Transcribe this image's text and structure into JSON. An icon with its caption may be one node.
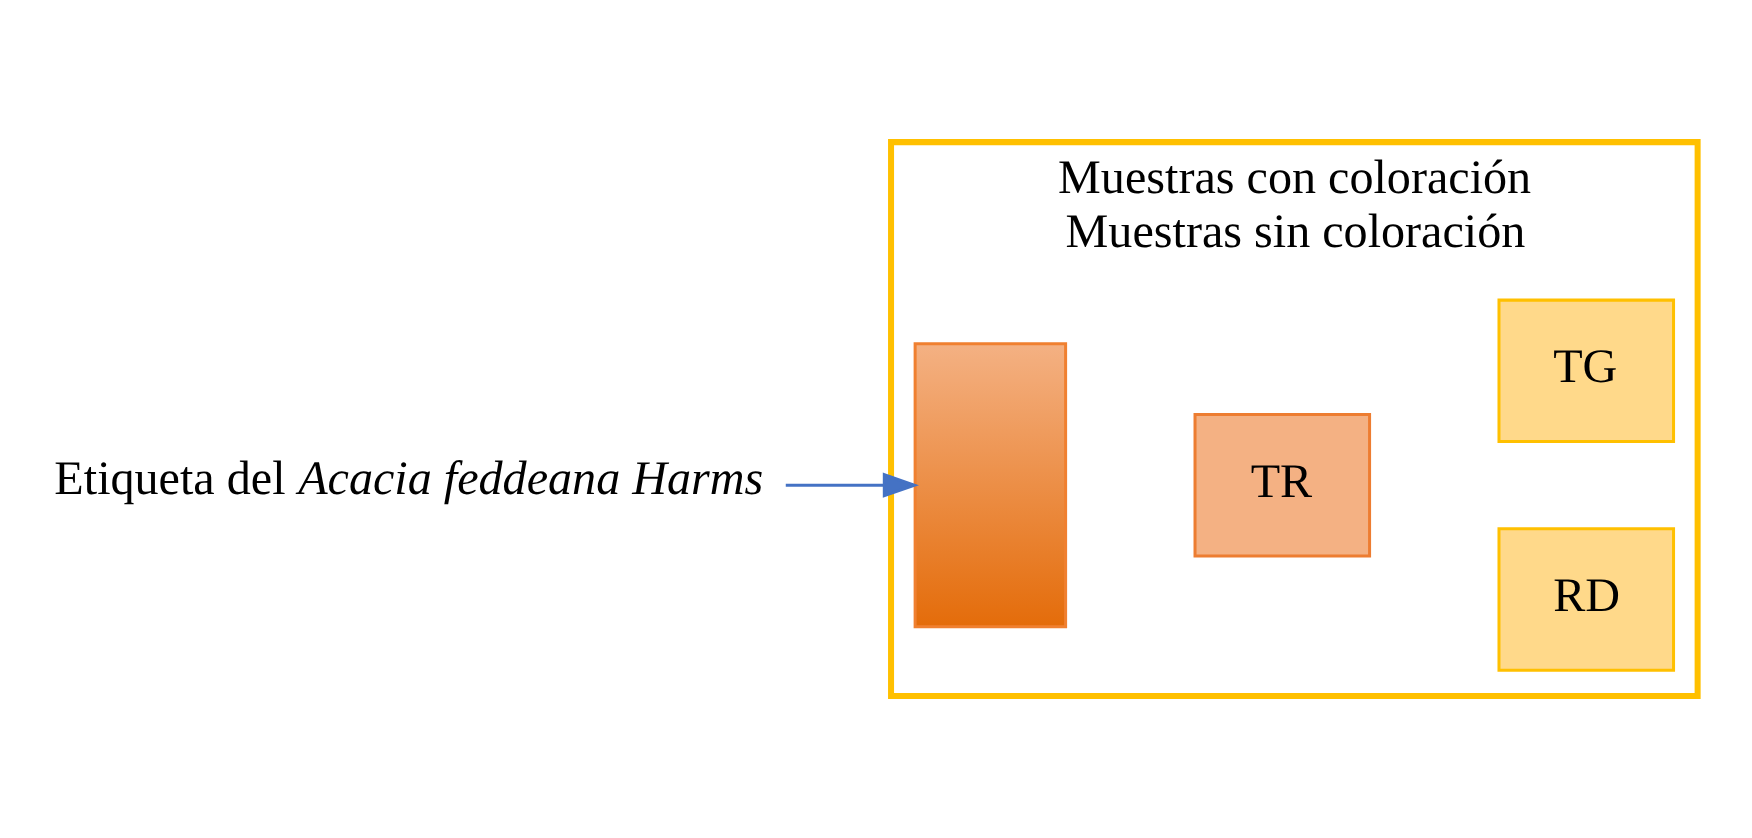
{
  "diagram": {
    "nodes": [
      {
        "text": [
          "Muestras con coloración",
          "Muestras sin coloración"
        ]
      },
      {
        "text": [
          "Etiqueta del *Acacia feddeana Harms*"
        ]
      },
      {
        "text": [],
        "shape": "box",
        "in": 0
      },
      {
        "text": [
          "TR"
        ],
        "in": 0
      },
      {
        "text": [
          "RD"
        ],
        "in": 0
      },
      {
        "text": [
          "TG"
        ],
        "in": 0
      }
    ],
    "edges": [
      {
        "from": 1,
        "to": 2,
        "arrow": "to",
        "color": "#4472c4"
      }
    ]
  }
}
